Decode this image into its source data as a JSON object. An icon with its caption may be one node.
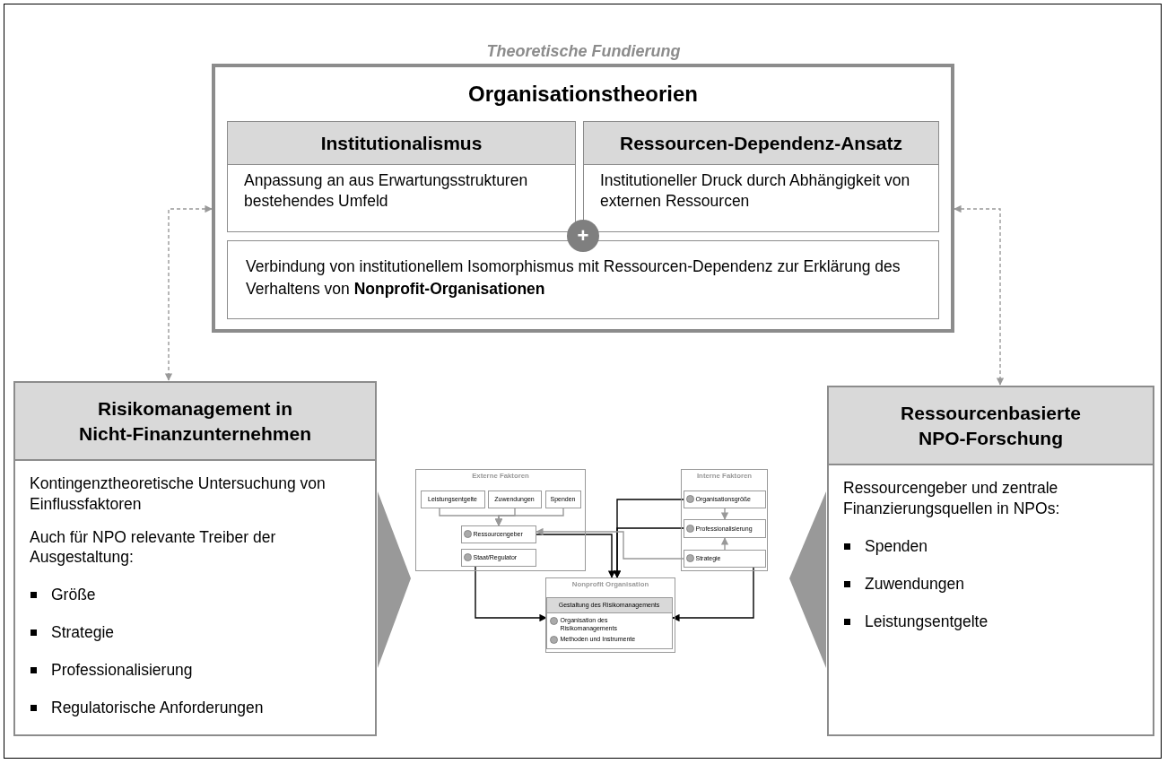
{
  "diagram": {
    "title": "Theoretische Fundierung",
    "nodes": [
      {
        "text": [
          "Organisationstheorien"
        ]
      },
      {
        "text": [
          "Institutionalismus",
          "Anpassung an aus Erwartungsstrukturen bestehendes Umfeld"
        ],
        "in": 0
      },
      {
        "text": [
          "Ressourcen-Dependenz-Ansatz",
          "Institutioneller Druck durch Abhängigkeit von externen Ressourcen"
        ],
        "in": 0
      },
      {
        "text": [
          "Verbindung von institutionellem Isomorphismus mit Ressourcen-Dependenz zur Erklärung des Verhaltens von **Nonprofit-Organisationen**"
        ],
        "in": 0
      },
      {
        "text": [
          "Risikomanagement in Nicht-Finanzunternehmen",
          "Kontingenztheoretische Untersuchung von Einflussfaktoren",
          "Auch für NPO relevante Treiber der Ausgestaltung:",
          "Größe",
          "Strategie",
          "Professionalisierung",
          "Regulatorische Anforderungen"
        ]
      },
      {
        "text": [
          "Ressourcenbasierte NPO-Forschung",
          "Ressourcengeber und zentrale Finanzierungsquellen in NPOs:",
          "Spenden",
          "Zuwendungen",
          "Leistungsentgelte"
        ]
      },
      {
        "text": [
          "Externe Faktoren"
        ]
      },
      {
        "text": [
          "Leistungsentgelte"
        ],
        "in": 6
      },
      {
        "text": [
          "Zuwendungen"
        ],
        "in": 6
      },
      {
        "text": [
          "Spenden"
        ],
        "in": 6
      },
      {
        "text": [
          "Ressourcengeber"
        ],
        "in": 6
      },
      {
        "text": [
          "Staat/Regulator"
        ],
        "in": 6
      },
      {
        "text": [
          "Interne Faktoren"
        ]
      },
      {
        "text": [
          "Organisationsgröße"
        ],
        "in": 12
      },
      {
        "text": [
          "Professionalisierung"
        ],
        "in": 12
      },
      {
        "text": [
          "Strategie"
        ],
        "in": 12
      },
      {
        "text": [
          "Nonprofit Organisation"
        ]
      },
      {
        "text": [
          "Gestaltung des Risikomanagements",
          "Organisation des Risikomanagements",
          "Methoden und Instrumente"
        ],
        "in": 16
      }
    ],
    "edges": [
      {
        "from": 0,
        "to": 4,
        "arrow": "both",
        "style": "dashed",
        "color": "#999999"
      },
      {
        "from": 0,
        "to": 5,
        "arrow": "both",
        "style": "dashed",
        "color": "#999999"
      },
      {
        "from": 4,
        "to": null,
        "arrow": "to",
        "color": "#999999"
      },
      {
        "from": 5,
        "to": null,
        "arrow": "to",
        "color": "#999999"
      },
      {
        "from": 7,
        "to": 10,
        "arrow": "to",
        "color": "#999999"
      },
      {
        "from": 8,
        "to": 10,
        "arrow": "to",
        "color": "#999999"
      },
      {
        "from": 9,
        "to": 10,
        "arrow": "to",
        "color": "#999999"
      },
      {
        "from": 10,
        "to": 16,
        "arrow": "to",
        "color": "#000000"
      },
      {
        "from": 13,
        "to": 16,
        "arrow": "to",
        "color": "#000000"
      },
      {
        "from": 14,
        "to": 16,
        "arrow": "to",
        "color": "#000000"
      },
      {
        "from": 15,
        "to": 10,
        "arrow": "to",
        "color": "#999999"
      },
      {
        "from": 11,
        "to": 17,
        "arrow": "to",
        "color": "#000000"
      },
      {
        "from": 15,
        "to": 17,
        "arrow": "to",
        "color": "#000000"
      },
      {
        "from": 13,
        "to": 14,
        "arrow": "to",
        "color": "#999999"
      },
      {
        "from": 15,
        "to": 14,
        "arrow": "to",
        "color": "#999999"
      }
    ],
    "labels": [
      "+"
    ]
  }
}
